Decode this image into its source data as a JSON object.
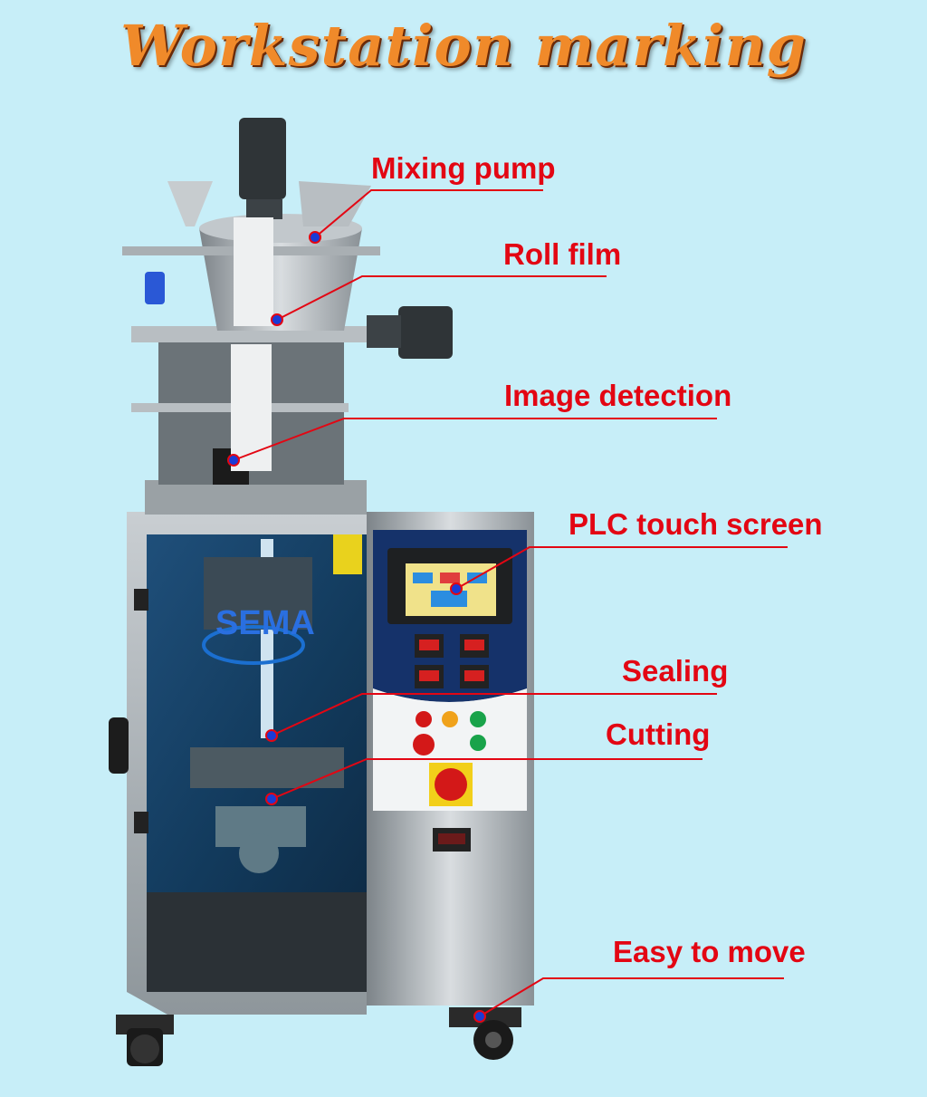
{
  "title": "Workstation marking",
  "labels": {
    "mixing_pump": "Mixing pump",
    "roll_film": "Roll film",
    "image_detection": "Image detection",
    "plc_touch_screen": "PLC touch screen",
    "sealing": "Sealing",
    "cutting": "Cutting",
    "easy_to_move": "Easy to move"
  },
  "brand_logo": "SEMA",
  "colors": {
    "background": "#c7eef8",
    "title": "#f08a2a",
    "label": "#e30613",
    "marker": "#1a3bd6"
  }
}
